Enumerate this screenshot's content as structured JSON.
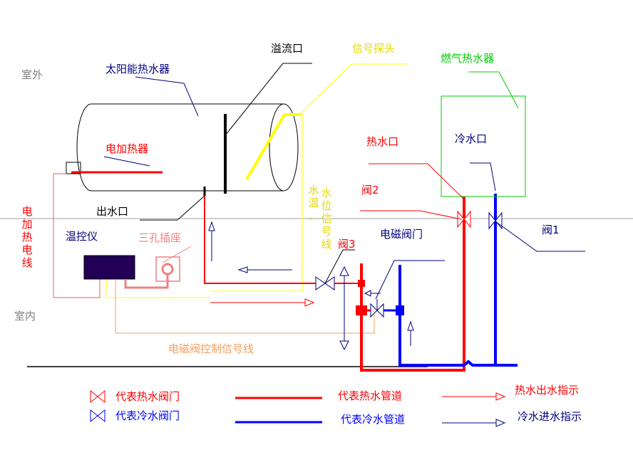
{
  "zones": {
    "outdoor": "室外",
    "indoor": "室内"
  },
  "labels": {
    "solar_heater": "太阳能热水器",
    "overflow": "溢流口",
    "signal_probe": "信号探头",
    "gas_heater": "燃气热水器",
    "hot_outlet": "热水口",
    "cold_inlet": "冷水口",
    "electric_heater": "电加热器",
    "water_outlet": "出水口",
    "thermostat": "温控仪",
    "socket": "三孔插座",
    "valve1": "阀1",
    "valve2": "阀2",
    "valve3": "阀3",
    "solenoid_valve": "电磁阀门",
    "solenoid_signal_line": "电磁阀控制信号线",
    "heater_wire": [
      "电",
      "加",
      "热",
      "电",
      "线"
    ],
    "temp_level_line": [
      "水",
      "温",
      "、",
      "水",
      "位",
      "信",
      "号",
      "线"
    ]
  },
  "legend": {
    "hot_valve": "代表热水阀门",
    "cold_valve": "代表冷水阀门",
    "hot_pipe": "代表热水管道",
    "cold_pipe": "代表冷水管道",
    "hot_flow": "热水出水指示",
    "cold_flow": "冷水进水指示"
  },
  "colors": {
    "hot": "#ff0000",
    "cold": "#0000ff",
    "probe": "#ffff00",
    "gas": "#00cc00",
    "signal_line": "#f0a060",
    "socket": "#f08080",
    "thermostat": "#220055",
    "zone": "#808080",
    "navy": "#000080"
  }
}
